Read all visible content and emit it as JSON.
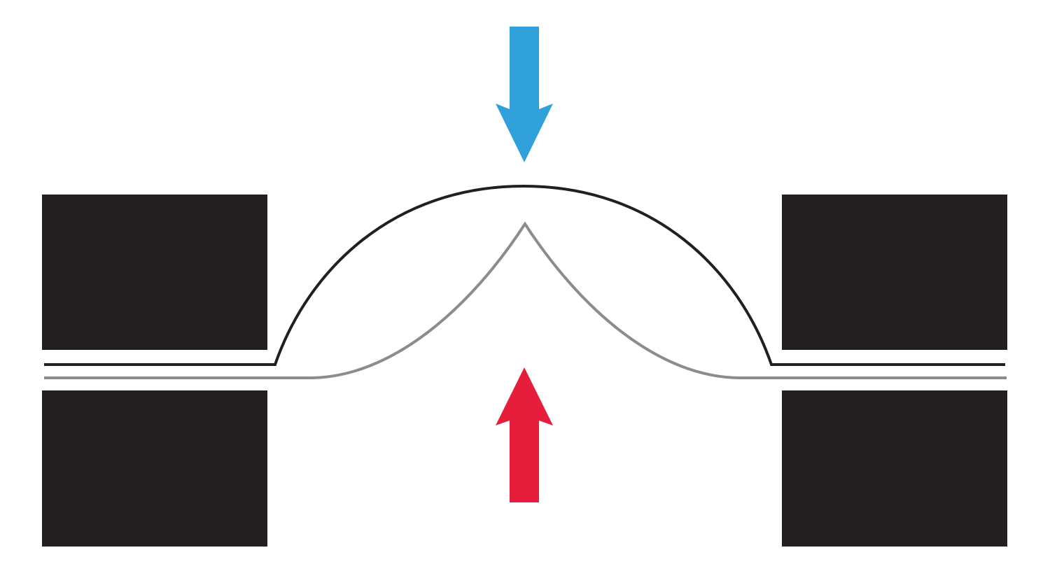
{
  "diagram": {
    "colors": {
      "background": "#ffffff",
      "block": "#231f20",
      "deflected_sheet": "#231f20",
      "base_sheet": "#8c8c8c",
      "downward_arrow": "#2fa0da",
      "upward_arrow": "#e61e3c"
    },
    "elements": [
      {
        "name": "upper-left-block",
        "kind": "clamp block"
      },
      {
        "name": "lower-left-block",
        "kind": "clamp block"
      },
      {
        "name": "upper-right-block",
        "kind": "clamp block"
      },
      {
        "name": "lower-right-block",
        "kind": "clamp block"
      },
      {
        "name": "deflected-sheet-curve",
        "kind": "black rounded arch"
      },
      {
        "name": "base-sheet-curve",
        "kind": "gray peaked arch"
      },
      {
        "name": "downward-arrow",
        "kind": "blue arrow pointing down"
      },
      {
        "name": "upward-arrow",
        "kind": "red arrow pointing up"
      }
    ]
  }
}
